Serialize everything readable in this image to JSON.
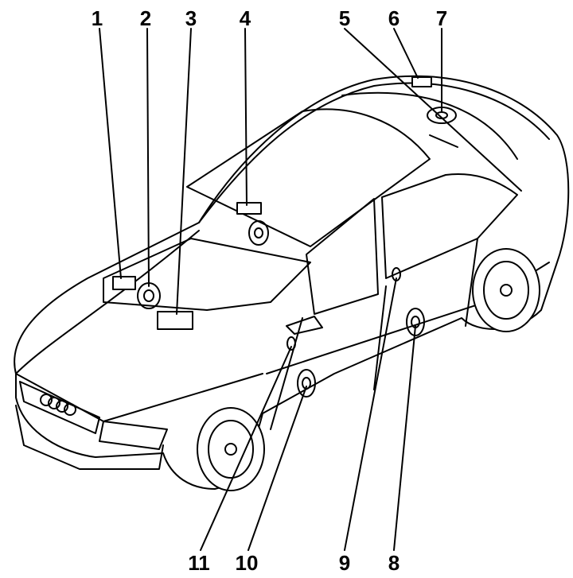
{
  "diagram": {
    "title": "Car audio system component locations",
    "callouts": [
      "1",
      "2",
      "3",
      "4",
      "5",
      "6",
      "7",
      "8",
      "9",
      "10",
      "11"
    ]
  }
}
